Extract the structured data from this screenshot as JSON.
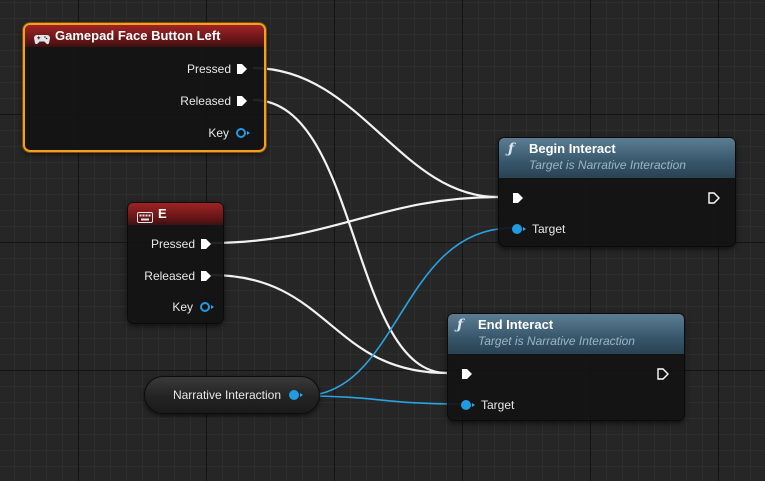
{
  "graph": {
    "nodes": {
      "gamepad": {
        "title": "Gamepad Face Button Left",
        "icon": "gamepad-icon",
        "selected": true,
        "pins": {
          "pressed": "Pressed",
          "released": "Released",
          "key": "Key"
        }
      },
      "key_e": {
        "title": "E",
        "icon": "keyboard-icon",
        "pins": {
          "pressed": "Pressed",
          "released": "Released",
          "key": "Key"
        }
      },
      "begin_interact": {
        "title": "Begin Interact",
        "subtitle": "Target is Narrative Interaction",
        "icon": "function-icon",
        "pins": {
          "target": "Target"
        }
      },
      "end_interact": {
        "title": "End Interact",
        "subtitle": "Target is Narrative Interaction",
        "icon": "function-icon",
        "pins": {
          "target": "Target"
        }
      },
      "variable": {
        "label": "Narrative Interaction"
      }
    },
    "colors": {
      "exec_wire": "#ffffff",
      "object_pin": "#1f9be0",
      "event_header": "#a02325",
      "function_header": "#37566b",
      "selection": "#f0a21e"
    }
  }
}
